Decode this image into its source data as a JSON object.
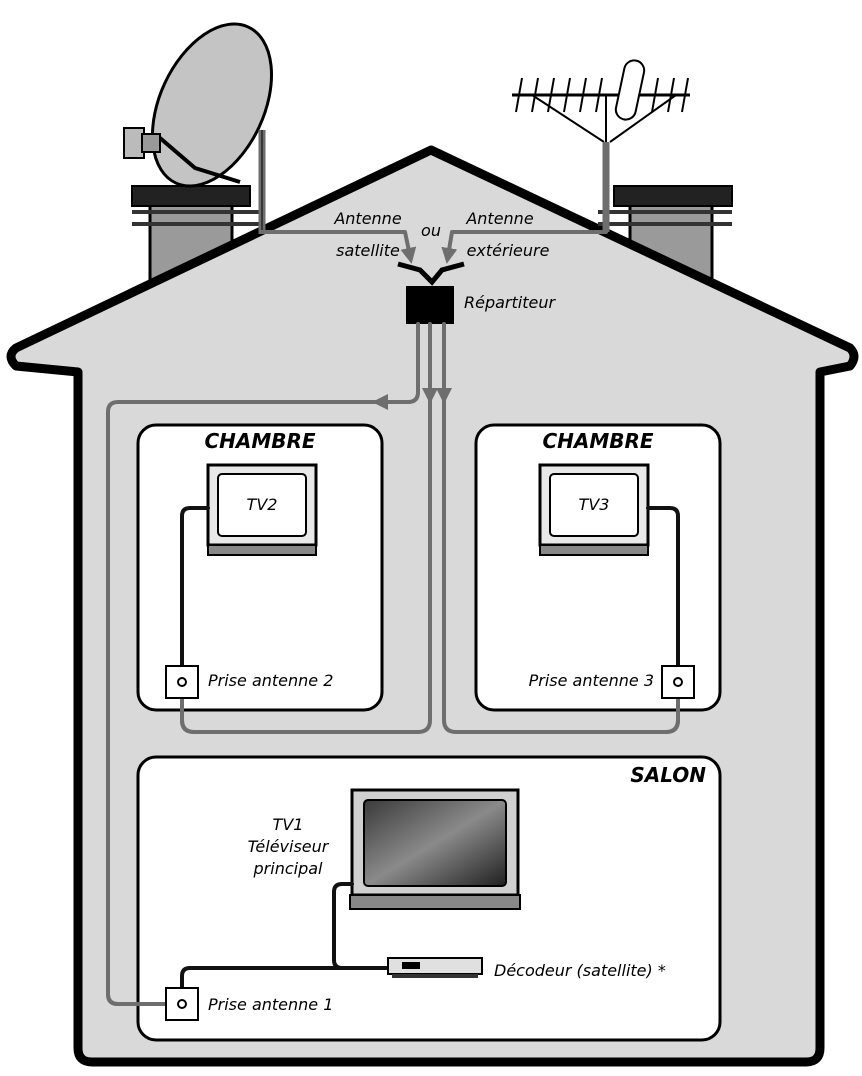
{
  "labels": {
    "antenna_satellite_1": "Antenne",
    "antenna_satellite_2": "satellite",
    "or": "ou",
    "antenna_outdoor_1": "Antenne",
    "antenna_outdoor_2": "extérieure",
    "splitter": "Répartiteur",
    "room_left": "CHAMBRE",
    "room_right": "CHAMBRE",
    "room_living": "SALON",
    "tv2": "TV2",
    "tv3": "TV3",
    "tv1_line1": "TV1",
    "tv1_line2": "Téléviseur",
    "tv1_line3": "principal",
    "outlet1": "Prise antenne 1",
    "outlet2": "Prise antenne 2",
    "outlet3": "Prise antenne 3",
    "decoder": "Décodeur (satellite) *"
  },
  "colors": {
    "house_fill": "#d9d9d9",
    "room_fill": "#ffffff",
    "cable_grey": "#6e6e6e",
    "cable_black": "#111111",
    "chimney_fill": "#9a9a9a",
    "dish_fill": "#c4c4c4"
  },
  "icons": [
    "satellite-dish-icon",
    "outdoor-antenna-icon",
    "splitter-icon",
    "tv-icon",
    "antenna-outlet-icon",
    "decoder-icon"
  ]
}
